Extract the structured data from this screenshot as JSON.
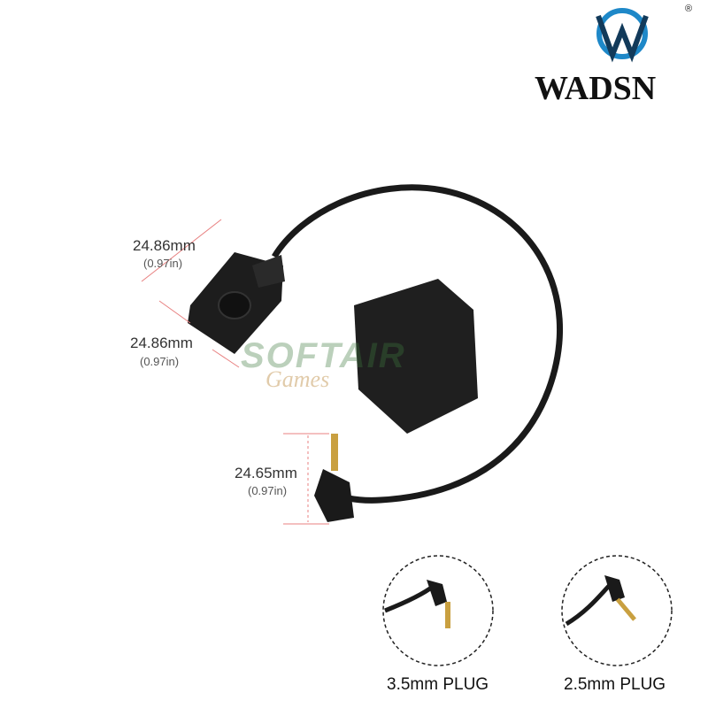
{
  "brand": {
    "logo_text": "WADSN",
    "registered_mark": "®",
    "logo_color": "#1e88c8"
  },
  "watermark": {
    "line1": "SOFTAIR",
    "line2": "Games"
  },
  "dimensions": [
    {
      "value": "24.86mm",
      "sub": "(0.97in)"
    },
    {
      "value": "24.86mm",
      "sub": "(0.97in)"
    },
    {
      "value": "24.65mm",
      "sub": "(0.97in)"
    }
  ],
  "plugs": [
    {
      "label": "3.5mm PLUG"
    },
    {
      "label": "2.5mm PLUG"
    }
  ],
  "colors": {
    "product": "#1a1a1a",
    "dimension_line": "#e88080",
    "plug_gold": "#c9a040"
  }
}
